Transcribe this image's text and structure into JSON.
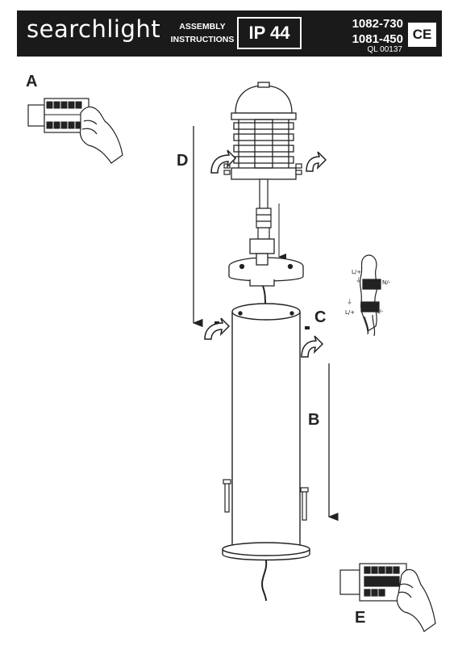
{
  "header": {
    "brand": "searchlight",
    "doc_type_line1": "ASSEMBLY",
    "doc_type_line2": "INSTRUCTIONS",
    "ip_rating": "IP 44",
    "code_1": "1082-730",
    "code_2": "1081-450",
    "ql_code": "QL 00137",
    "ce_mark": "CE"
  },
  "steps": {
    "a": "A",
    "b": "B",
    "c": "C",
    "d": "D",
    "e": "E"
  },
  "wiring": {
    "live_top": "L/+",
    "neutral_top": "N/-",
    "earth_top": "⏚",
    "earth_bottom": "⏚",
    "live_bottom": "L/+",
    "neutral_bottom": "N/-"
  },
  "colors": {
    "header_bg": "#1a1a1a",
    "line": "#222222"
  }
}
